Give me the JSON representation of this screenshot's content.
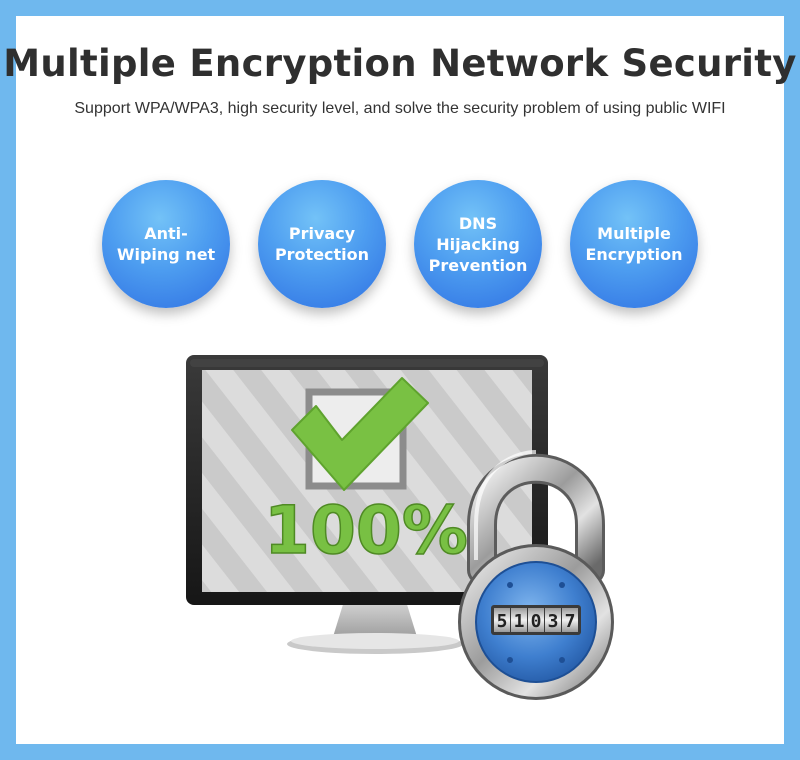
{
  "header": {
    "title": "Multiple Encryption Network Security",
    "subtitle": "Support WPA/WPA3, high security level, and solve the security problem of using public WIFI"
  },
  "features": [
    {
      "label": "Anti-\nWiping net",
      "icon": "feature-circle"
    },
    {
      "label": "Privacy\nProtection",
      "icon": "feature-circle"
    },
    {
      "label": "DNS Hijacking\nPrevention",
      "icon": "feature-circle"
    },
    {
      "label": "Multiple\nEncryption",
      "icon": "feature-circle"
    }
  ],
  "illustration": {
    "monitor_text": "100%",
    "padlock_digits": [
      "5",
      "1",
      "0",
      "3",
      "7"
    ],
    "icons": [
      "monitor-icon",
      "checkmark-icon",
      "padlock-icon"
    ]
  },
  "colors": {
    "border": "#6fb8ee",
    "circle_light": "#73c2f7",
    "circle_dark": "#2e6fe2",
    "check_green": "#79c143",
    "text_green": "#78c043",
    "title": "#2f2f2f"
  }
}
